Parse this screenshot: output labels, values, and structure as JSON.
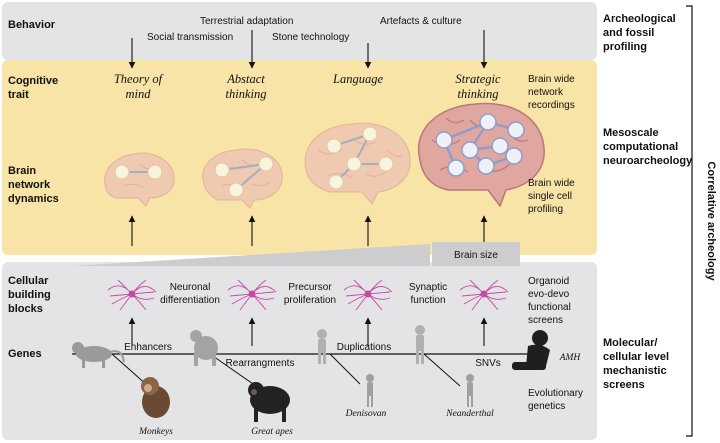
{
  "rows": {
    "behavior": "Behavior",
    "cognitive": [
      "Cognitive",
      "trait"
    ],
    "brain_network": [
      "Brain",
      "network",
      "dynamics"
    ],
    "cellular": [
      "Cellular",
      "building",
      "blocks"
    ],
    "genes": "Genes"
  },
  "behaviors": [
    "Terrestrial adaptation",
    "Artefacts & culture",
    "Social transmission",
    "Stone technology"
  ],
  "traits": [
    [
      "Theory of",
      "mind"
    ],
    [
      "Abstact",
      "thinking"
    ],
    [
      "Language"
    ],
    [
      "Strategic",
      "thinking"
    ]
  ],
  "right_labels": {
    "archeological": [
      "Archeological",
      "and fossil",
      "profiling"
    ],
    "mesoscale": [
      "Mesoscale",
      "computational",
      "neuroarcheology"
    ],
    "molecular": [
      "Molecular/",
      "cellular level",
      "mechanistic",
      "screens"
    ],
    "correlative": "Correlative archeology"
  },
  "side_notes": {
    "network_recordings": [
      "Brain wide",
      "network",
      "recordings"
    ],
    "single_cell": [
      "Brain wide",
      "single cell",
      "profiling"
    ],
    "organoid": [
      "Organoid",
      "evo-devo",
      "functional",
      "screens"
    ],
    "evolutionary": [
      "Evolutionary",
      "genetics"
    ]
  },
  "brain_size": "Brain size",
  "cellular_labels": {
    "neuronal": [
      "Neuronal",
      "differentiation"
    ],
    "precursor": [
      "Precursor",
      "proliferation"
    ],
    "synaptic": [
      "Synaptic",
      "function"
    ]
  },
  "gene_labels": [
    "Enhancers",
    "Rearrangments",
    "Duplications",
    "SNVs"
  ],
  "species": [
    "Monkeys",
    "Great apes",
    "Denisovan",
    "Neanderthal",
    "AMH"
  ],
  "colors": {
    "band_gray": "#e4e4e6",
    "band_yellow": "#f7e4a6",
    "brain": "#f0c9b1",
    "brain_dark": "#e0a7a0",
    "node": "#f8f5dc",
    "edge": "#9fb0c0",
    "neuron": "#c44aa6",
    "figure_gray": "#9a9a9a"
  }
}
